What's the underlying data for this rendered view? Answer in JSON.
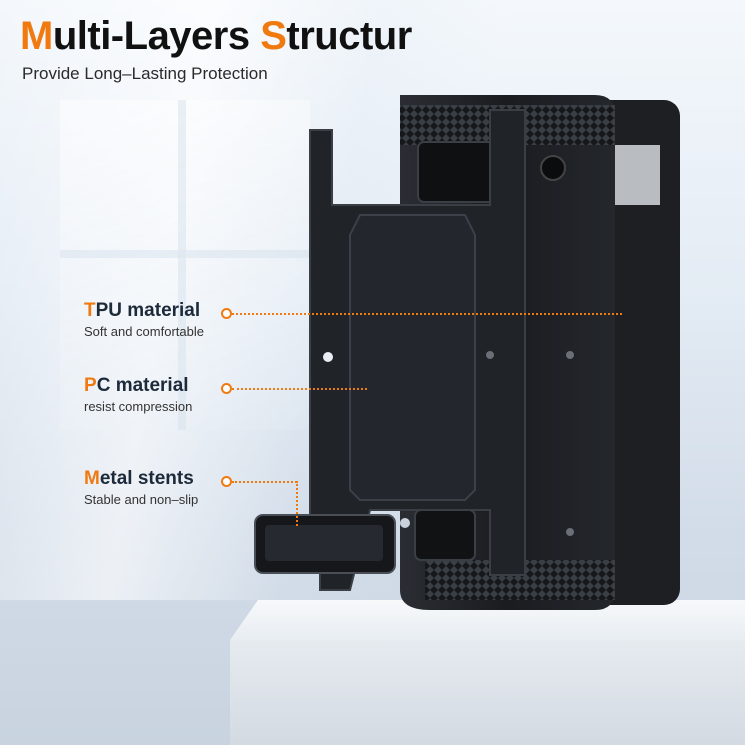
{
  "header": {
    "title_initial": "M",
    "title_rest_1": "ulti-Layers ",
    "title_initial_2": "S",
    "title_rest_2": "tructur",
    "subtitle": "Provide Long–Lasting Protection"
  },
  "layers": [
    {
      "initial": "T",
      "name": "PU material",
      "desc": "Soft and comfortable"
    },
    {
      "initial": "P",
      "name": "C material",
      "desc": "resist compression"
    },
    {
      "initial": "M",
      "name": "etal stents",
      "desc": "Stable and non–slip"
    }
  ],
  "colors": {
    "accent": "#f07a10",
    "case": "#1b1d21",
    "text": "#1c2a3a"
  },
  "icons": [
    "phone-case-illustration",
    "callout-dot-icon"
  ]
}
